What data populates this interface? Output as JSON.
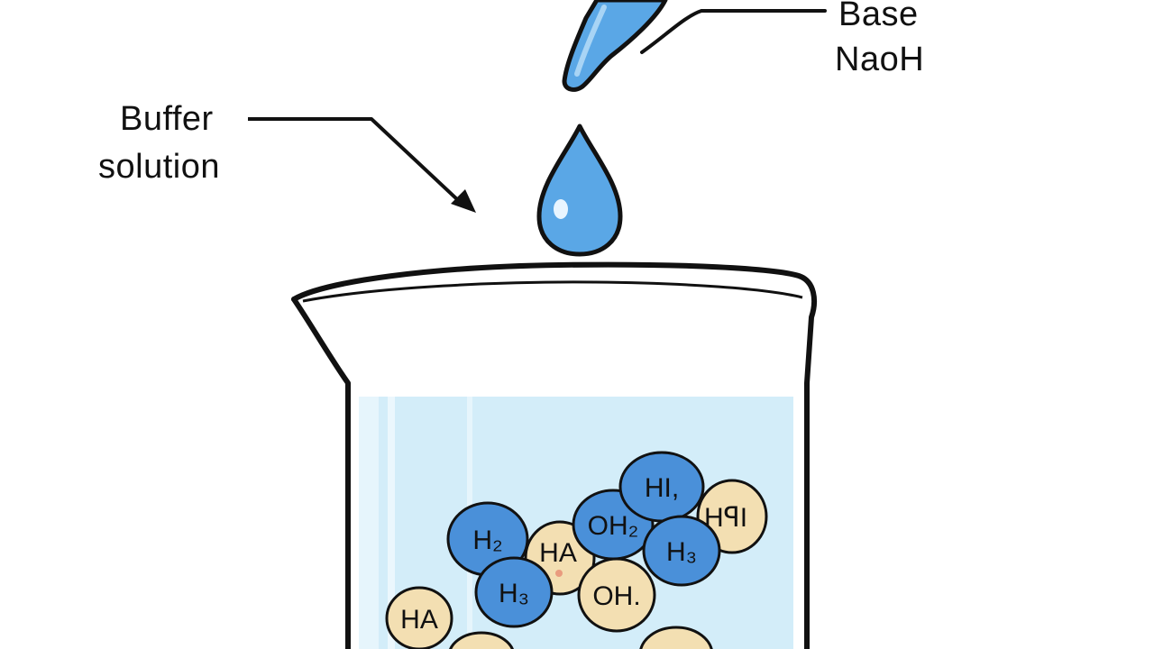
{
  "labels": {
    "buffer_line1": "Buffer",
    "buffer_line2": "solution",
    "base_line1": "Base",
    "base_line2": "NaoH"
  },
  "molecules": {
    "hi": "HI,",
    "hm": "HꟼI",
    "oh2": "OH₂",
    "h2": "H₂",
    "ha_mid": "HA",
    "h3_right": "H₃",
    "h3_left": "H₃",
    "ohdot": "OH.",
    "ha_left": "HA"
  },
  "colors": {
    "blue_molecule": "#4a90d9",
    "tan_molecule": "#f3dfb2",
    "liquid": "#d3edf9",
    "drop": "#5aa7e6",
    "outline": "#111111"
  }
}
